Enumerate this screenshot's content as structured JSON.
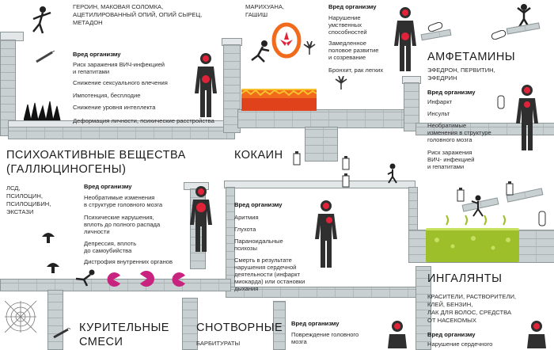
{
  "opiates": {
    "names": [
      "ГЕРОИН, МАКОВАЯ СОЛОМКА,",
      "АЦЕТИЛИРОВАННЫЙ ОПИЙ, ОПИЙ СЫРЕЦ,",
      "МЕТАДОН"
    ],
    "harm_title": "Вред организму",
    "harms": [
      "Риск заражения ВИЧ-инфекцией",
      "и гепатитами",
      "Снижение сексуального влечения",
      "Импотенция, бесплодие",
      "Снижение уровня интеллекта",
      "Деформация личности, психические расстройства"
    ]
  },
  "cannabis": {
    "names": [
      "МАРИХУАНА,",
      "ГАШИШ"
    ],
    "harm_title": "Вред организму",
    "harms": [
      "Нарушение",
      "умственных",
      "способностей",
      "Замедленное",
      "половое развитие",
      "и созревание",
      "Бронхит, рак легких"
    ]
  },
  "amphetamines": {
    "title": "АМФЕТАМИНЫ",
    "names": [
      "ЭФЕДРОН, ПЕРВИТИН,",
      "ЭФЕДРИН"
    ],
    "harm_title": "Вред организму",
    "harms": [
      "Инфаркт",
      "Инсульт",
      "Необратимые",
      "изменения в структуре",
      "головного мозга",
      "Риск заражения",
      "ВИЧ- инфекцией",
      "и гепатитами"
    ]
  },
  "cocaine": {
    "title": "КОКАИН",
    "harm_title": "Вред организму",
    "harms": [
      "Аритмия",
      "Глухота",
      "Параноидальные",
      "психозы",
      "Смерть в результате",
      "нарушения сердечной",
      "деятельности (инфаркт",
      "миокарда) или остановки",
      "дыхания"
    ]
  },
  "hallucinogens": {
    "title_lines": [
      "ПСИХОАКТИВНЫЕ ВЕЩЕСТВА",
      "(ГАЛЛЮЦИНОГЕНЫ)"
    ],
    "names": [
      "ЛСД,",
      "ПСИЛОЦИН,",
      "ПСИЛОЦИБИН,",
      "ЭКСТАЗИ"
    ],
    "harm_title": "Вред организму",
    "harms": [
      "Необратимые изменения",
      "в структуре головного мозга",
      "Психические нарушения,",
      "вплоть до полного распада",
      "личности",
      "Депрессия, вплоть",
      "до самоубийства",
      "Дистрофия внутренних органов"
    ]
  },
  "inhalants": {
    "title": "ИНГАЛЯНТЫ",
    "names": [
      "КРАСИТЕЛИ, РАСТВОРИТЕЛИ,",
      "КЛЕЙ, БЕНЗИН,",
      "ЛАК ДЛЯ ВОЛОС, СРЕДСТВА",
      "ОТ НАСЕКОМЫХ"
    ],
    "harm_title": "Вред организму",
    "harms": [
      "Нарушение сердечного"
    ]
  },
  "smoking_mixes": {
    "title_lines": [
      "КУРИТЕЛЬНЫЕ",
      "СМЕСИ"
    ]
  },
  "sleeping_pills": {
    "title": "СНОТВОРНЫЕ",
    "names": [
      "БАРБИТУРАТЫ"
    ],
    "harm_title": "Вред организму",
    "harms": [
      "Повреждение головного",
      "мозга"
    ]
  },
  "colors": {
    "wall": "#c9d0d2",
    "body_dark": "#2f2f2f",
    "organ_red": "#e1233a",
    "fire_orange": "#f26a1b",
    "slime_green": "#9cbf2a",
    "pacman_magenta": "#c8237f"
  },
  "icons": [
    "stick-figure-icon",
    "syringe-icon",
    "cannabis-leaf-icon",
    "fire-ring-icon",
    "pill-icon",
    "mushroom-icon",
    "pacman-icon",
    "spiderweb-icon",
    "cigarette-icon",
    "spray-can-icon",
    "lava-pit",
    "slime-pit"
  ]
}
